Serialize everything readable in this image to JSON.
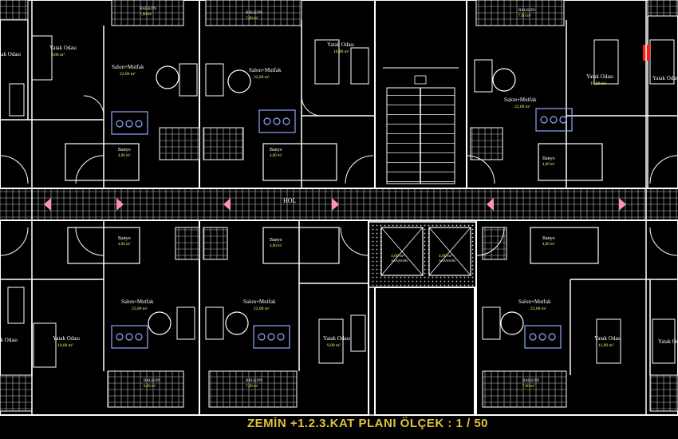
{
  "plan": {
    "caption": "ZEMİN +1.2.3.KAT PLANI   ÖLÇEK : 1 / 50",
    "corridor_label": "HOL",
    "colors": {
      "background": "#000000",
      "walls": "#ffffff",
      "text": "#ffffff",
      "area_text": "#ffff66",
      "furniture_blue": "#8fa7ff",
      "caption": "#e0c33a",
      "marker_red": "#ff1a1a",
      "arrow_pink": "#ff8fbf"
    },
    "units": {
      "top_left": {
        "balkon": {
          "name": "BALKON",
          "area": "7,00 m²"
        },
        "yatak": {
          "name": "Yatak Odası",
          "area": "9,80 m²"
        },
        "salon": {
          "name": "Salon+Mutfak",
          "area": "22,00 m²"
        },
        "banyo": {
          "name": "Banyo",
          "area": "4,00 m²"
        }
      },
      "top_middle": {
        "balkon": {
          "name": "BALKON",
          "area": "7,00 m²"
        },
        "yatak": {
          "name": "Yatak Odası",
          "area": "10,80 m²"
        },
        "salon": {
          "name": "Salon+Mutfak",
          "area": "22,00 m²"
        },
        "banyo": {
          "name": "Banyo",
          "area": "4,00 m²"
        }
      },
      "top_right": {
        "balkon": {
          "name": "BALKON",
          "area": "7,00 m²"
        },
        "yatak": {
          "name": "Yatak Odası",
          "area": "10,00 m²"
        },
        "salon": {
          "name": "Salon+Mutfak",
          "area": "22,00 m²"
        },
        "banyo": {
          "name": "Banyo",
          "area": "4,00 m²"
        }
      },
      "bottom_left": {
        "balkon": {
          "name": "BALKON",
          "area": "6,00 m²"
        },
        "yatak": {
          "name": "Yatak Odası",
          "area": "10,00 m²"
        },
        "salon": {
          "name": "Salon+Mutfak",
          "area": "22,00 m²"
        },
        "banyo": {
          "name": "Banyo",
          "area": "4,00 m²"
        }
      },
      "bottom_middle": {
        "balkon": {
          "name": "BALKON",
          "area": "7,00 m²"
        },
        "yatak": {
          "name": "Yatak Odası",
          "area": "9,80 m²"
        },
        "salon": {
          "name": "Salon+Mutfak",
          "area": "22,00 m²"
        },
        "banyo": {
          "name": "Banyo",
          "area": "4,00 m²"
        }
      },
      "bottom_right": {
        "balkon": {
          "name": "BALKON",
          "area": "7,00 m²"
        },
        "yatak": {
          "name": "Yatak Odası",
          "area": "11,00 m²"
        },
        "salon": {
          "name": "Salon+Mutfak",
          "area": "22,00 m²"
        },
        "banyo": {
          "name": "Banyo",
          "area": "4,00 m²"
        }
      }
    },
    "edge_labels": {
      "left_top": "Yatak Odası",
      "left_bottom": "Yatak Odası",
      "right_top": "Yatak Odası",
      "right_bottom": "Yatak Odası"
    },
    "elevators": [
      {
        "area": "4,00 m²",
        "name": "ASANSÖR"
      },
      {
        "area": "4,00 m²",
        "name": "ASANSÖR"
      }
    ]
  }
}
